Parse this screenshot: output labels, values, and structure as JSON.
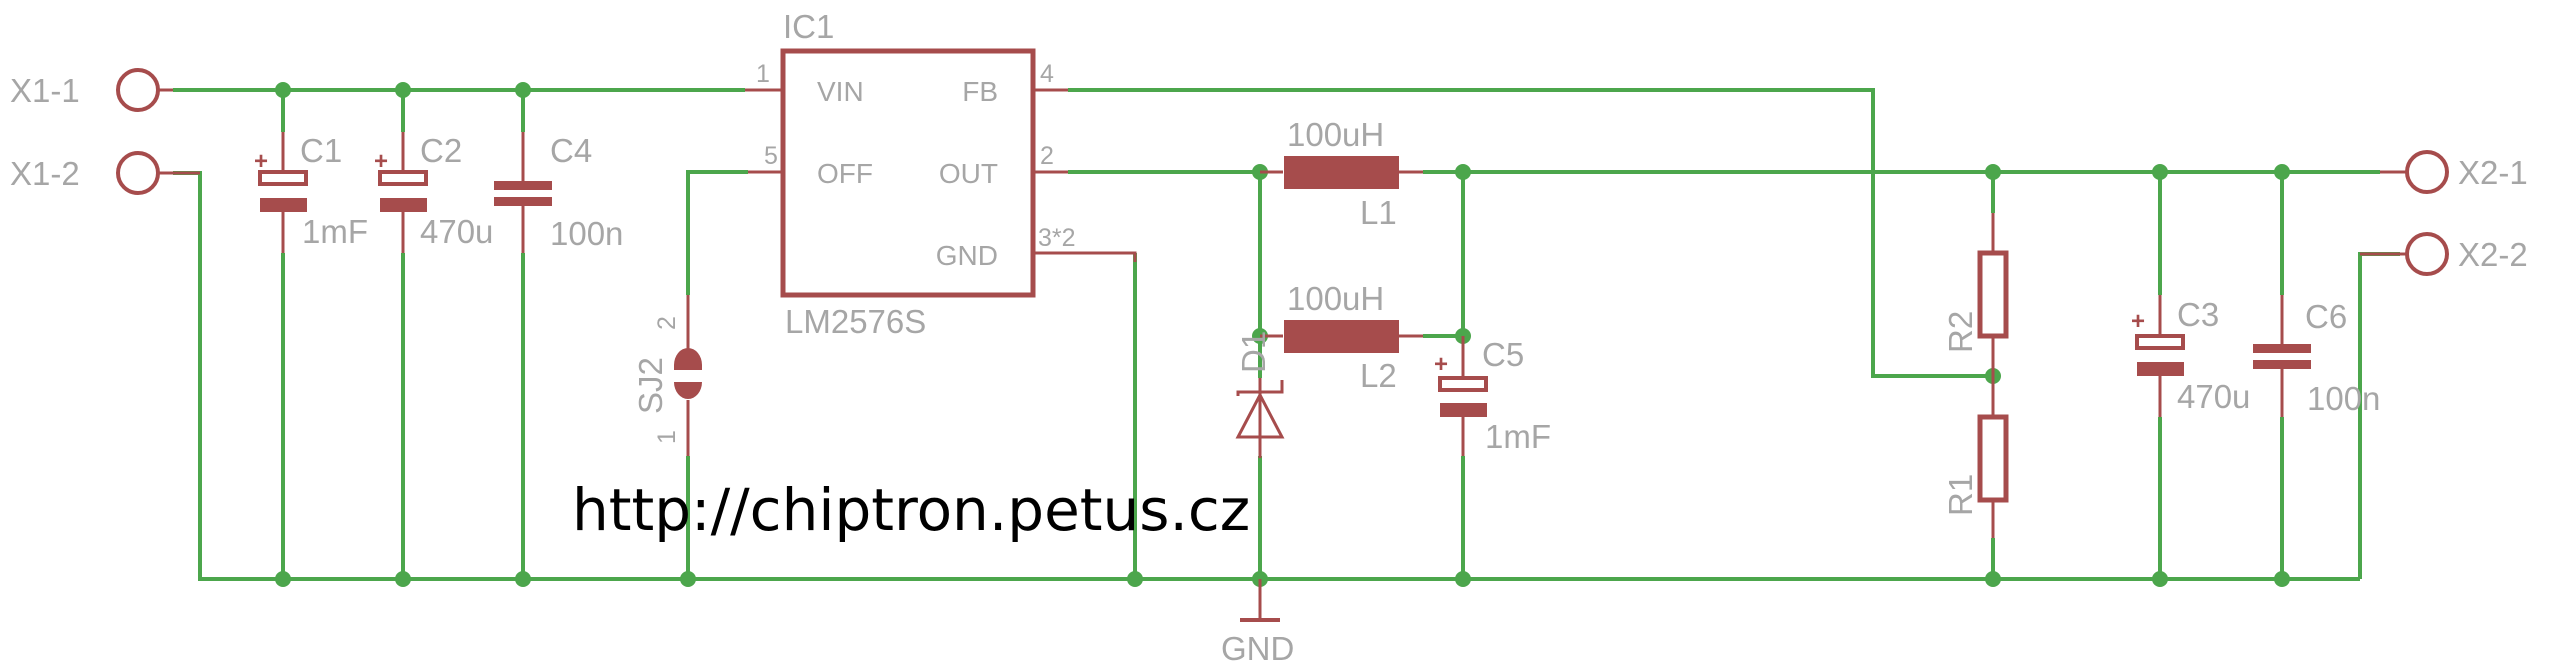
{
  "schematic": {
    "title_url": "http://chiptron.petus.cz",
    "colors": {
      "wire": "#4ca64c",
      "part": "#a64c4c",
      "label": "#a6a6a6",
      "url": "#000000"
    },
    "connectors": [
      {
        "id": "X1-1",
        "label": "X1-1"
      },
      {
        "id": "X1-2",
        "label": "X1-2"
      },
      {
        "id": "X2-1",
        "label": "X2-1"
      },
      {
        "id": "X2-2",
        "label": "X2-2"
      }
    ],
    "ic": {
      "name": "IC1",
      "value": "LM2576S",
      "pins": [
        {
          "num": "1",
          "name": "VIN"
        },
        {
          "num": "5",
          "name": "OFF"
        },
        {
          "num": "4",
          "name": "FB"
        },
        {
          "num": "2",
          "name": "OUT"
        },
        {
          "num": "3*2",
          "name": "GND"
        }
      ]
    },
    "capacitors": [
      {
        "name": "C1",
        "value": "1mF",
        "polarized": true,
        "plus": "+"
      },
      {
        "name": "C2",
        "value": "470u",
        "polarized": true,
        "plus": "+"
      },
      {
        "name": "C4",
        "value": "100n",
        "polarized": false
      },
      {
        "name": "C5",
        "value": "1mF",
        "polarized": true,
        "plus": "+"
      },
      {
        "name": "C3",
        "value": "470u",
        "polarized": true,
        "plus": "+"
      },
      {
        "name": "C6",
        "value": "100n",
        "polarized": false
      }
    ],
    "inductors": [
      {
        "name": "L1",
        "value": "100uH"
      },
      {
        "name": "L2",
        "value": "100uH"
      }
    ],
    "resistors": [
      {
        "name": "R2"
      },
      {
        "name": "R1"
      }
    ],
    "diode": {
      "name": "D1"
    },
    "jumper": {
      "name": "SJ2",
      "pin_top": "2",
      "pin_bottom": "1"
    },
    "ground": {
      "label": "GND"
    }
  }
}
